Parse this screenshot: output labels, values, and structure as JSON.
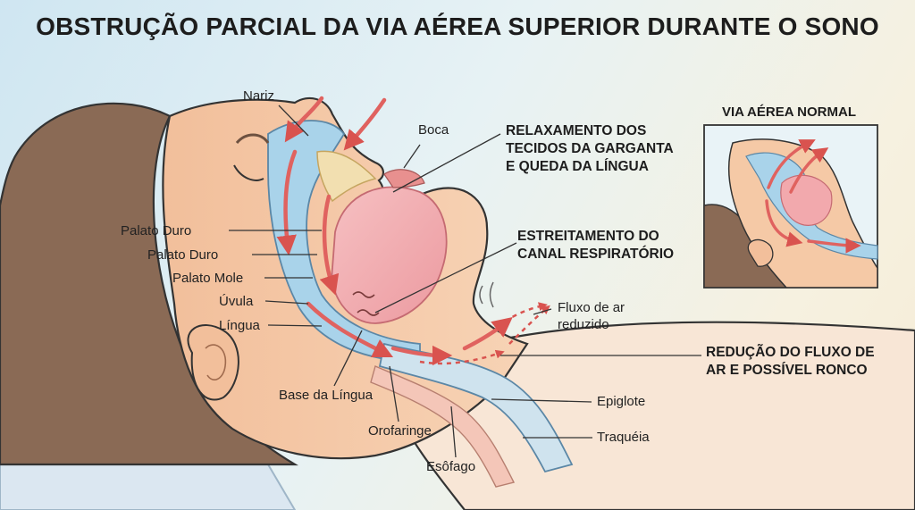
{
  "title": "OBSTRUÇÃO PARCIAL DA VIA AÉREA SUPERIOR DURANTE O SONO",
  "labels": {
    "nariz": "Nariz",
    "boca": "Boca",
    "palato_duro_1": "Palato Duro",
    "palato_duro_2": "Palato Duro",
    "palato_mole": "Palato Mole",
    "uvula": "Úvula",
    "lingua": "Língua",
    "base_lingua": "Base da Língua",
    "orofaringe": "Orofaringe",
    "esofago": "Esôfago",
    "epiglote": "Epiglote",
    "traqueia": "Traquéia",
    "fluxo_line1": "Fluxo de ar",
    "fluxo_line2": "reduzido"
  },
  "callouts": {
    "relaxamento": [
      "RELAXAMENTO DOS",
      "TECIDOS DA GARGANTA",
      "E QUEDA DA LÍNGUA"
    ],
    "estreitamento": [
      "ESTREITAMENTO DO",
      "CANAL RESPIRATÓRIO"
    ],
    "reducao": [
      "REDUÇÃO DO FLUXO DE",
      "AR E POSSÍVEL RONCO"
    ]
  },
  "inset": {
    "title": "VIA AÉREA NORMAL"
  },
  "colors": {
    "skin": "#f5c9a6",
    "skin_shadow": "#e6ad86",
    "hair": "#8a6a55",
    "airway": "#a9d3ea",
    "tongue": "#f2a9ad",
    "arrow": "#e0625f",
    "trachea": "#cfe3ee",
    "pillow": "#dfeaf4"
  }
}
